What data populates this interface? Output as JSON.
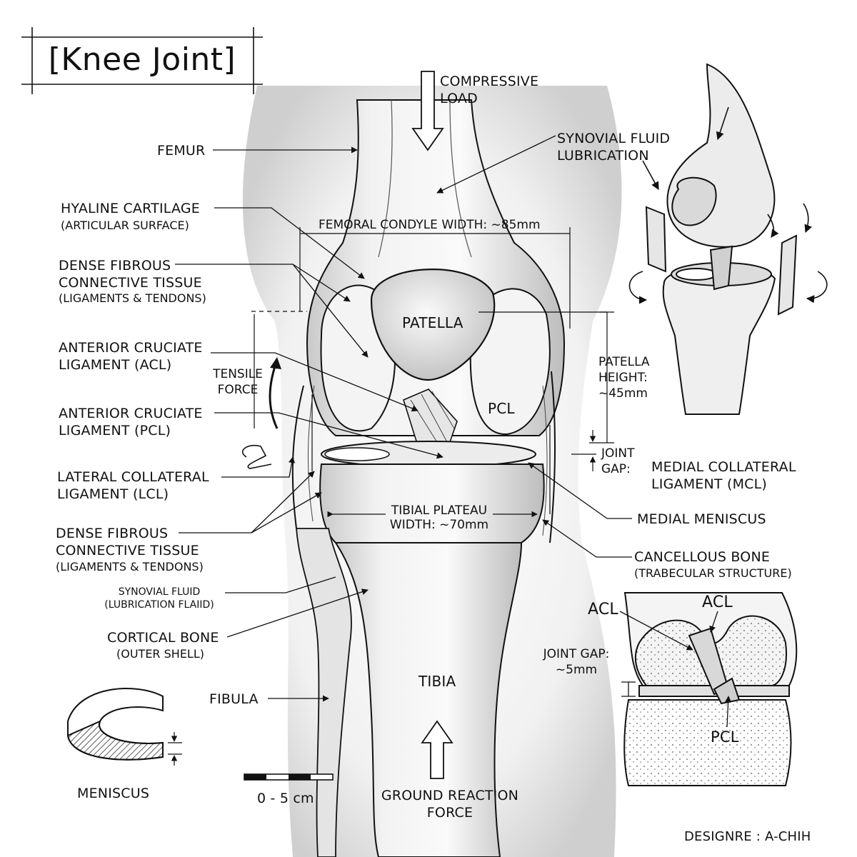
{
  "title": "[Knee Joint]",
  "labels": {
    "compressive_load": [
      "COMPRESSIVE",
      "LOAD"
    ],
    "synovial_fluid_lubrication": [
      "SYNOVIAL FLUID",
      "LUBRICATION"
    ],
    "femur": "FEMUR",
    "hyaline_cartilage": "HYALINE CARTILAGE",
    "articular_surface": "(ARTICULAR SURFACE)",
    "femoral_condyle_width": "FEMORAL CONDYLE WIDTH: ~85mm",
    "dense_fibrous_upper": [
      "DENSE FIBROUS",
      "CONNECTIVE TISSUE"
    ],
    "ligaments_tendons_upper": "(LIGAMENTS & TENDONS)",
    "patella": "PATELLA",
    "acl_label": [
      "ANTERIOR CRUCIATE",
      "LIGAMENT (ACL)"
    ],
    "tensile_force": [
      "TENSILE",
      "FORCE"
    ],
    "patella_height": [
      "PATELLA",
      "HEIGHT:",
      "~45mm"
    ],
    "pcl_on_femur": "PCL",
    "pcl_label": [
      "ANTERIOR CRUCIATE",
      "LIGAMENT (PCL)"
    ],
    "joint_gap": [
      "JOINT",
      "GAP:"
    ],
    "mcl": [
      "MEDIAL COLLATERAL",
      "LIGAMENT (MCL)"
    ],
    "lcl": [
      "LATERAL COLLATERAL",
      "LIGAMENT (LCL)"
    ],
    "tibial_plateau": [
      "TIBIAL PLATEAU",
      "WIDTH: ~70mm"
    ],
    "medial_meniscus": "MEDIAL MENISCUS",
    "dense_fibrous_lower": [
      "DENSE FIBROUS",
      "CONNECTIVE TISSUE"
    ],
    "ligaments_tendons_lower": "(LIGAMENTS & TENDONS)",
    "cancellous_bone": "CANCELLOUS BONE",
    "trabecular_structure": "(TRABECULAR STRUCTURE)",
    "synovial_fluid_small": [
      "SYNOVIAL FLUID",
      "(LUBRICATION FLAIID)"
    ],
    "cortical_bone": "CORTICAL BONE",
    "outer_shell": "(OUTER SHELL)",
    "fibula": "FIBULA",
    "tibia": "TIBIA",
    "meniscus": "MENISCUS",
    "scale": "0 - 5 cm",
    "ground_reaction": [
      "GROUND REACTION",
      "FORCE"
    ],
    "inset_acl_left": "ACL",
    "inset_acl_right": "ACL",
    "inset_joint_gap": [
      "JOINT GAP:",
      "~5mm"
    ],
    "inset_pcl": "PCL",
    "designer": "DESIGNRE : A-CHIH"
  },
  "colors": {
    "ink": "#111111",
    "shade": "#d6d6d6",
    "paper": "#ffffff"
  }
}
